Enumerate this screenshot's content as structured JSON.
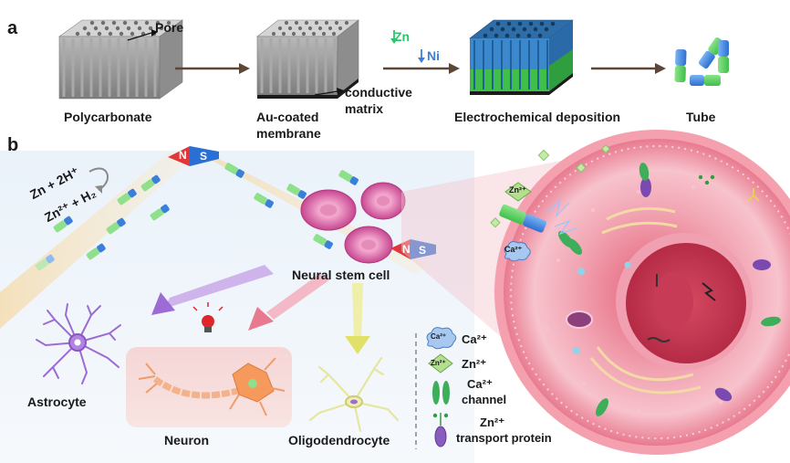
{
  "panel_a": {
    "letter": "a",
    "pore_label": "Pore",
    "steps": [
      "Polycarbonate",
      "Au-coated membrane",
      "Electrochemical deposition",
      "Tube"
    ],
    "au_coated_line1": "Au-coated",
    "au_coated_line2": "membrane",
    "conductive_line1": "conductive",
    "conductive_line2": "matrix",
    "zn_label": "Zn",
    "ni_label": "Ni"
  },
  "panel_b": {
    "letter": "b",
    "reaction_line1": "Zn + 2H⁺",
    "reaction_line2": "Zn²⁺ + H₂",
    "magnet_n": "N",
    "magnet_s": "S",
    "neural_stem_cell": "Neural stem cell",
    "astrocyte": "Astrocyte",
    "neuron": "Neuron",
    "oligodendrocyte": "Oligodendrocyte",
    "zn_ion_tag": "Zn²⁺",
    "ca_ion_tag": "Ca²⁺",
    "legend": {
      "ca_icon": "Ca²⁺",
      "ca_label": "Ca²⁺",
      "zn_icon": "Zn²⁺",
      "zn_label": "Zn²⁺",
      "ca_channel_line1": "Ca²⁺",
      "ca_channel_line2": "channel",
      "zn_transport_line1": "Zn²⁺",
      "zn_transport_line2": "transport protein"
    }
  },
  "colors": {
    "arrow": "#5b4638",
    "zn_green": "#2bc46a",
    "ni_blue": "#3a7fd9",
    "magnet_red": "#e0383a",
    "magnet_blue": "#2a6fd4",
    "cell_pink": "#e8738e"
  }
}
